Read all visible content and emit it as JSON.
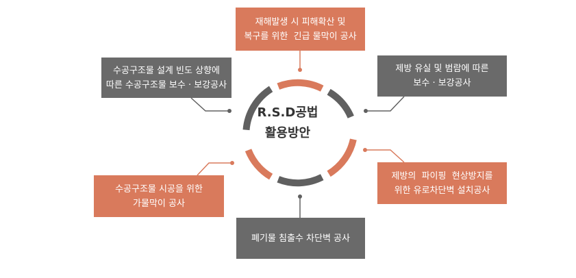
{
  "center": {
    "line1": "R.S.D공법",
    "line2": "활용방안"
  },
  "boxes": {
    "top": {
      "line1": "재해발생 시 피해확산 및",
      "line2": "복구를 위한  긴급 물막이 공사"
    },
    "top_left": {
      "line1": "수공구조물 설계 빈도 상향에",
      "line2": "따른 수공구조물 보수 · 보강공사"
    },
    "top_right": {
      "line1": "제방 유실 및 범람에 따른",
      "line2": "보수 · 보강공사"
    },
    "bottom_left": {
      "line1": "수공구조물 시공을 위한",
      "line2": "가물막이 공사"
    },
    "bottom_right": {
      "line1": "제방의  파이핑  현상방지를",
      "line2": "위한 유로차단벽 설치공사"
    },
    "bottom": {
      "line1": "폐기물 침출수 차단벽 공사"
    }
  },
  "colors": {
    "orange": "#d97a5c",
    "gray": "#6a6a6a",
    "dark_gray": "#606060"
  }
}
